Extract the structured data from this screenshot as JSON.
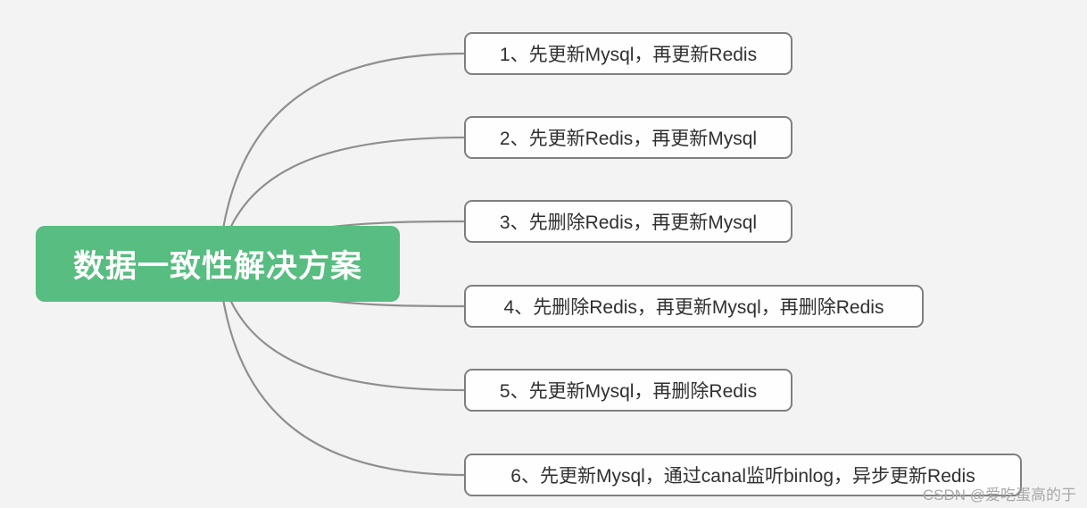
{
  "diagram": {
    "type": "mindmap",
    "root": {
      "label": "数据一致性解决方案"
    },
    "branches": [
      {
        "index": "1",
        "label": "1、先更新Mysql，再更新Redis"
      },
      {
        "index": "2",
        "label": "2、先更新Redis，再更新Mysql"
      },
      {
        "index": "3",
        "label": "3、先删除Redis，再更新Mysql"
      },
      {
        "index": "4",
        "label": "4、先删除Redis，再更新Mysql，再删除Redis"
      },
      {
        "index": "5",
        "label": "5、先更新Mysql，再删除Redis"
      },
      {
        "index": "6",
        "label": "6、先更新Mysql，通过canal监听binlog，异步更新Redis"
      }
    ]
  },
  "watermark": {
    "text": "CSDN @爱吃蛋高的于"
  },
  "colors": {
    "canvas_bg": "#f3f3f3",
    "root_bg": "#58bd80",
    "root_text": "#ffffff",
    "branch_bg": "#fefefe",
    "branch_border": "#7f7f7f",
    "branch_text": "#303030",
    "connector": "#8f8f8f",
    "watermark": "#a8a8a8"
  }
}
